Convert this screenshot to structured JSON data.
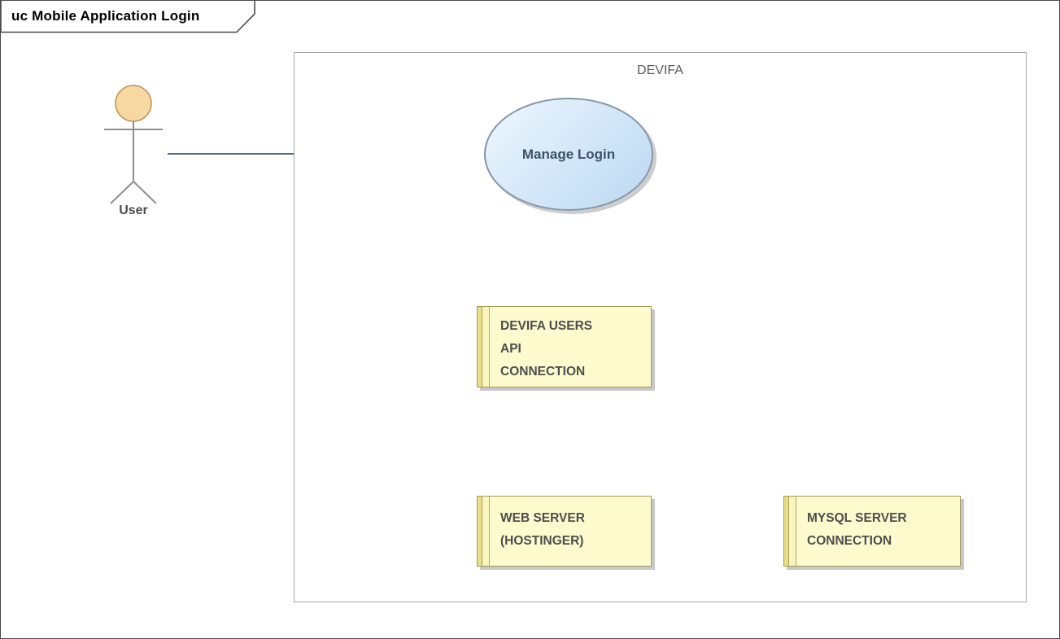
{
  "frame": {
    "label": "uc Mobile Application Login"
  },
  "boundary": {
    "label": "DEVIFA"
  },
  "actor": {
    "label": "User"
  },
  "use_case": {
    "label": "Manage Login"
  },
  "nodes": [
    {
      "name": "devifa-users-api-connection",
      "lines": [
        "DEVIFA USERS",
        "API",
        "CONNECTION"
      ]
    },
    {
      "name": "web-server-hostinger",
      "lines": [
        "WEB SERVER",
        "(HOSTINGER)"
      ]
    },
    {
      "name": "mysql-server-connection",
      "lines": [
        "MYSQL SERVER",
        "CONNECTION"
      ]
    }
  ],
  "connectors": [
    {
      "name": "association-user-manage-login",
      "type": "solid"
    },
    {
      "name": "dependency-manage-login-to-api",
      "type": "dashed-arrow"
    },
    {
      "name": "dependency-api-to-web-server",
      "type": "dashed-arrow"
    },
    {
      "name": "association-web-server-mysql",
      "type": "solid"
    }
  ],
  "colors": {
    "node_fill": "#FDFBCE",
    "node_border": "#A39A5A",
    "node_stripe_dark": "#E9DF86",
    "node_stripe_light": "#FAF4BE",
    "usecase_fill_top": "#EEF6FD",
    "usecase_fill_bottom": "#BCD8F1",
    "usecase_border": "#8595AB",
    "solid_connector": "#5C6F84",
    "dashed_connector": "#7C90A6",
    "actor_head_fill": "#F7D7A2",
    "actor_head_stroke": "#BF9457",
    "actor_body_stroke": "#8F8F8F",
    "shadow": "#C8C8C8",
    "boundary_border": "#A6A6A6",
    "frame_text": "#000000",
    "node_text": "#4D4D4D"
  }
}
